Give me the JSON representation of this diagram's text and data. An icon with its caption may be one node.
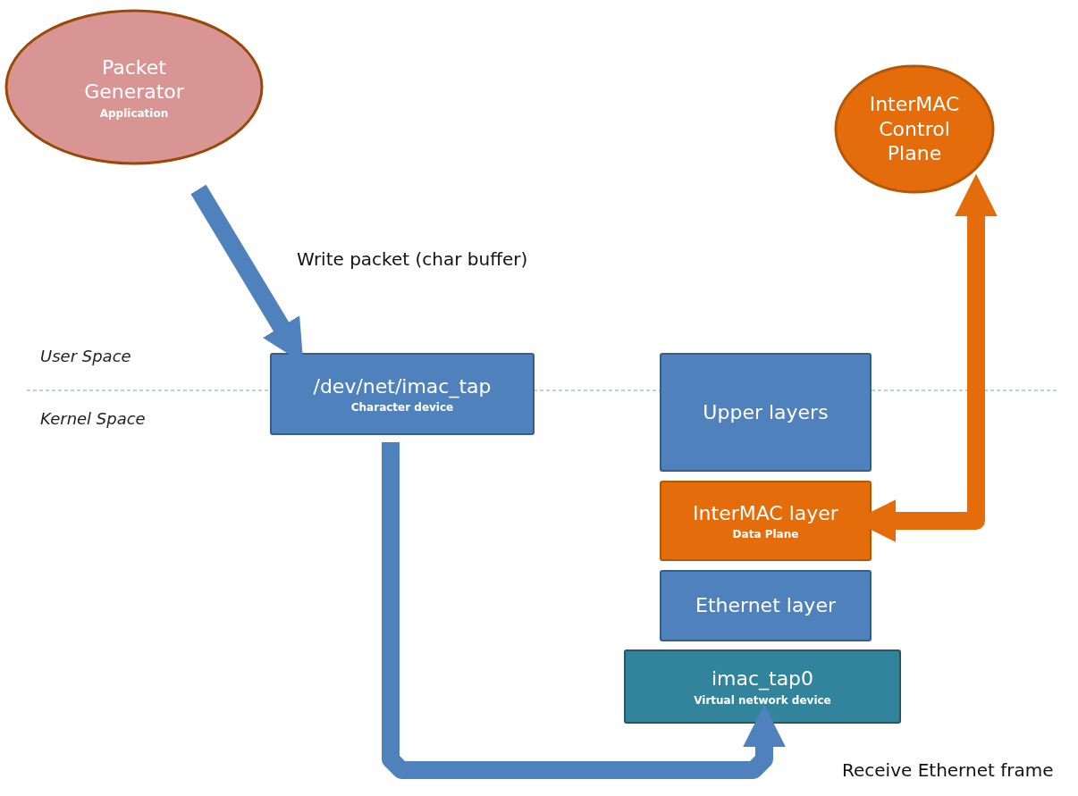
{
  "diagram": {
    "nodes": [
      {
        "text": [
          "Packet Generator",
          "Application"
        ]
      },
      {
        "text": [
          "InterMAC Control Plane"
        ]
      },
      {
        "text": [
          "/dev/net/imac_tap",
          "Character device"
        ]
      },
      {
        "text": [
          "Upper layers"
        ]
      },
      {
        "text": [
          "InterMAC layer",
          "Data Plane"
        ]
      },
      {
        "text": [
          "Ethernet layer"
        ]
      },
      {
        "text": [
          "imac_tap0",
          "Virtual network device"
        ]
      }
    ],
    "edges": [
      {
        "from": 0,
        "to": 2,
        "arrow": "to",
        "label": "Write packet (char buffer)"
      },
      {
        "from": 2,
        "to": 6,
        "arrow": "to",
        "label": "Receive Ethernet frame"
      },
      {
        "from": 1,
        "to": 4,
        "arrow": "both",
        "color": "#e46c0a"
      }
    ],
    "labels": [
      "User Space",
      "Kernel Space"
    ]
  }
}
